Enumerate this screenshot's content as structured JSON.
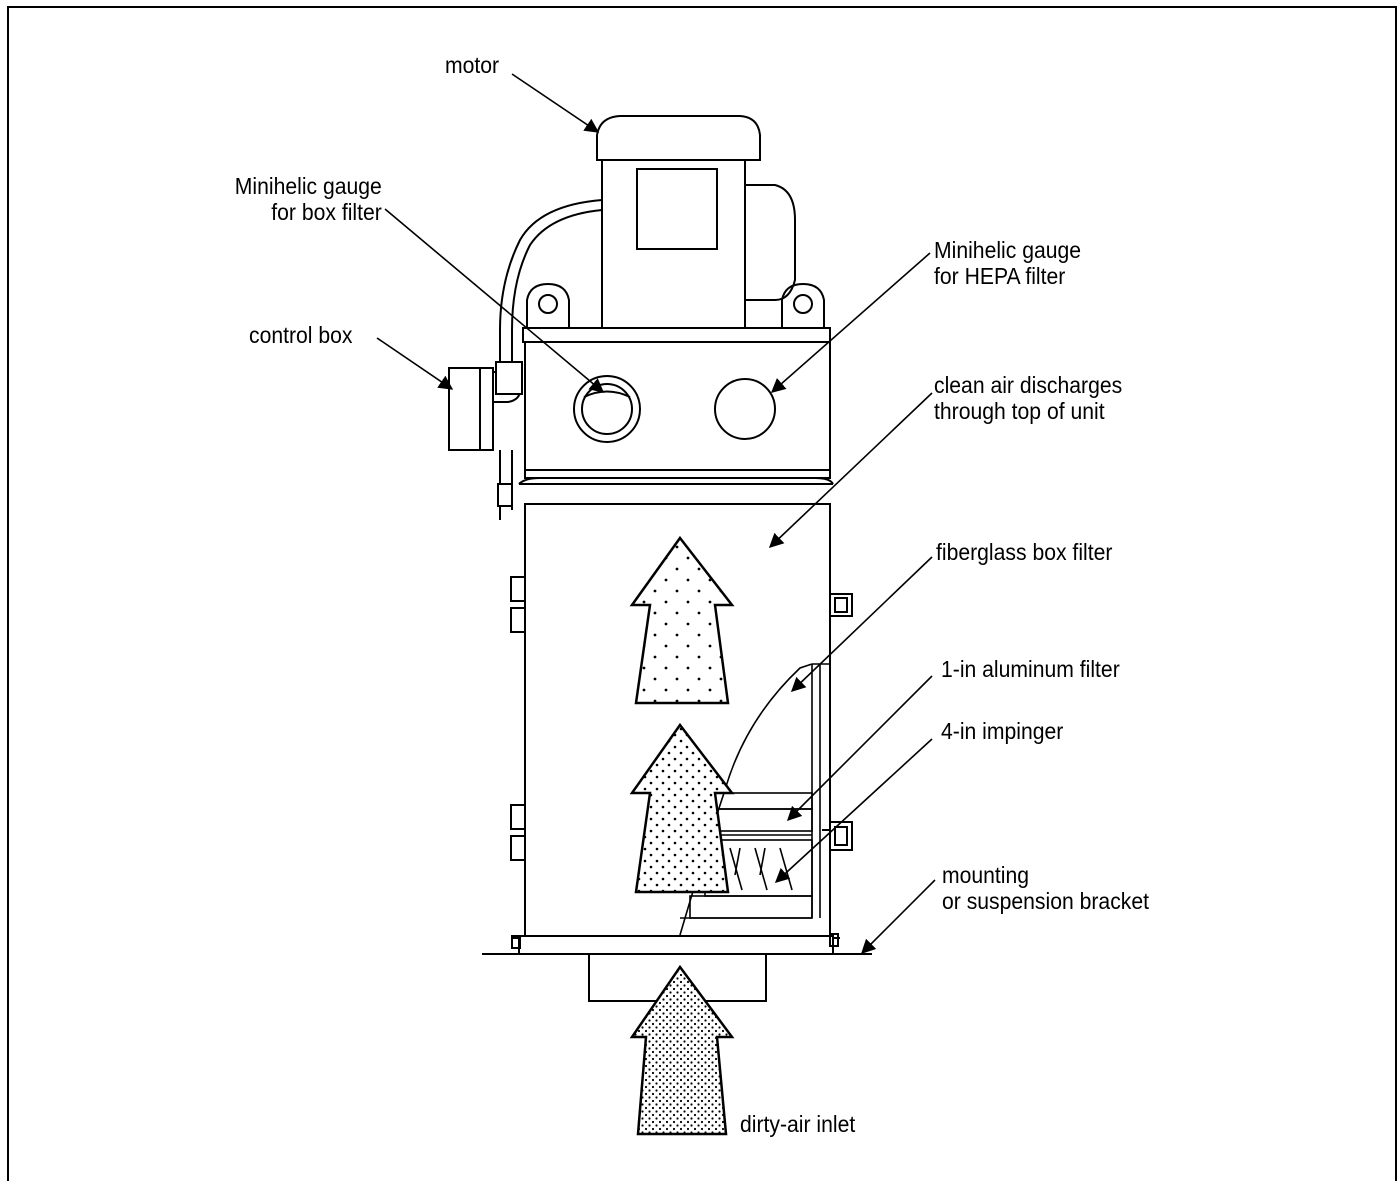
{
  "labels": {
    "motor": "motor",
    "gauge_box_line1": "Minihelic gauge",
    "gauge_box_line2": "for box filter",
    "gauge_hepa_line1": "Minihelic gauge",
    "gauge_hepa_line2": "for HEPA filter",
    "control_box": "control box",
    "clean_air_line1": "clean air discharges",
    "clean_air_line2": "through top of unit",
    "fiberglass": "fiberglass box filter",
    "aluminum": "1-in aluminum filter",
    "impinger": "4-in impinger",
    "mounting_line1": "mounting",
    "mounting_line2": "or suspension bracket",
    "dirty_air": "dirty-air inlet"
  }
}
